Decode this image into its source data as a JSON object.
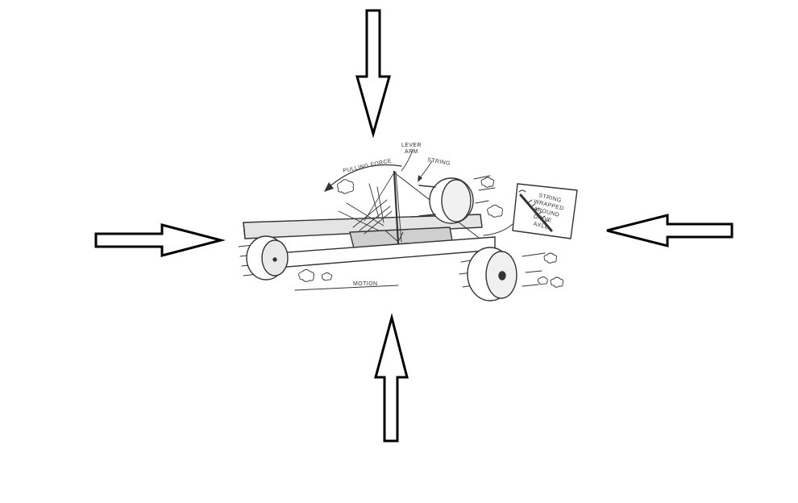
{
  "labels": {
    "pulling_force": "PULLING FORCE",
    "lever_arm_line1": "LEVER",
    "lever_arm_line2": "ARM",
    "string": "STRING",
    "inset_line1": "STRING",
    "inset_line2": "WRAPPED",
    "inset_line3": "AROUND",
    "inset_line4": "DRIVE",
    "inset_line5": "AXLE",
    "motion": "MOTION"
  },
  "colors": {
    "arrow_stroke": "#000000",
    "sketch_stroke": "#333333",
    "shade": "#d6d6d6",
    "background": "#ffffff"
  },
  "icons": {
    "top": "arrow-down-icon",
    "bottom": "arrow-up-icon",
    "left": "arrow-right-icon",
    "right": "arrow-left-icon"
  }
}
